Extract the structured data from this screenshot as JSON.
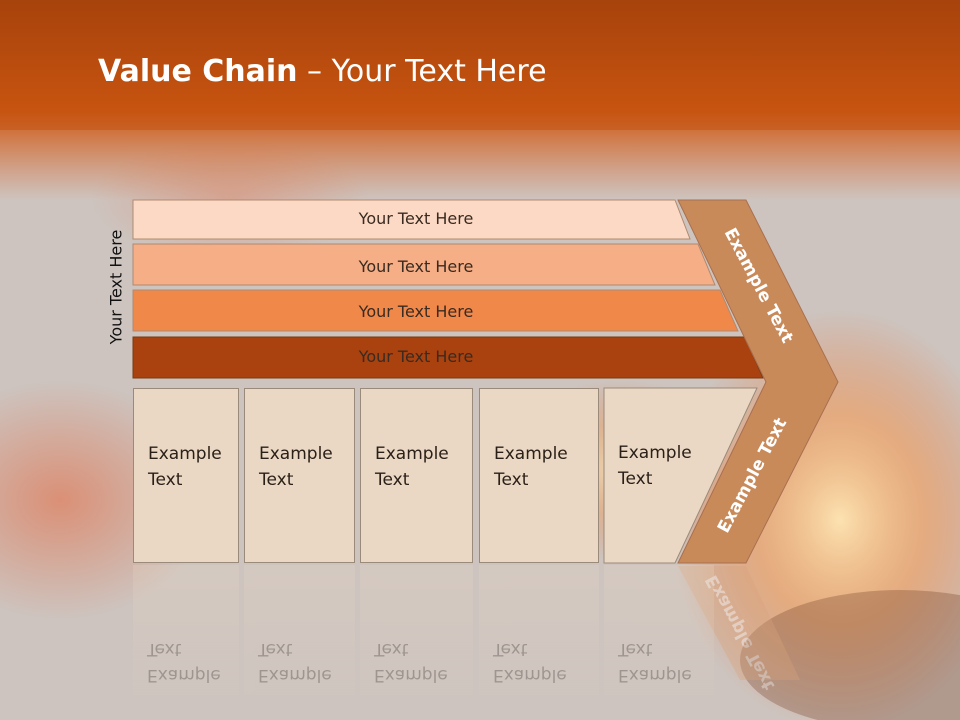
{
  "title": {
    "bold": "Value Chain",
    "rest": " – Your Text Here"
  },
  "side_label": "Your Text Here",
  "bands": [
    {
      "label": "Your Text Here",
      "color": "#fcd9c4"
    },
    {
      "label": "Your Text Here",
      "color": "#f5ae85"
    },
    {
      "label": "Your Text Here",
      "color": "#f0884a"
    },
    {
      "label": "Your Text Here",
      "color": "#a9420f"
    }
  ],
  "boxes": [
    {
      "label": "Example Text"
    },
    {
      "label": "Example Text"
    },
    {
      "label": "Example Text"
    },
    {
      "label": "Example Text"
    },
    {
      "label": "Example Text"
    }
  ],
  "chevron": {
    "upper_label": "Example Text",
    "lower_label": "Example Text",
    "color": "#c98a5a"
  },
  "colors": {
    "header": "#c4500f",
    "background": "#cfc6c1"
  }
}
